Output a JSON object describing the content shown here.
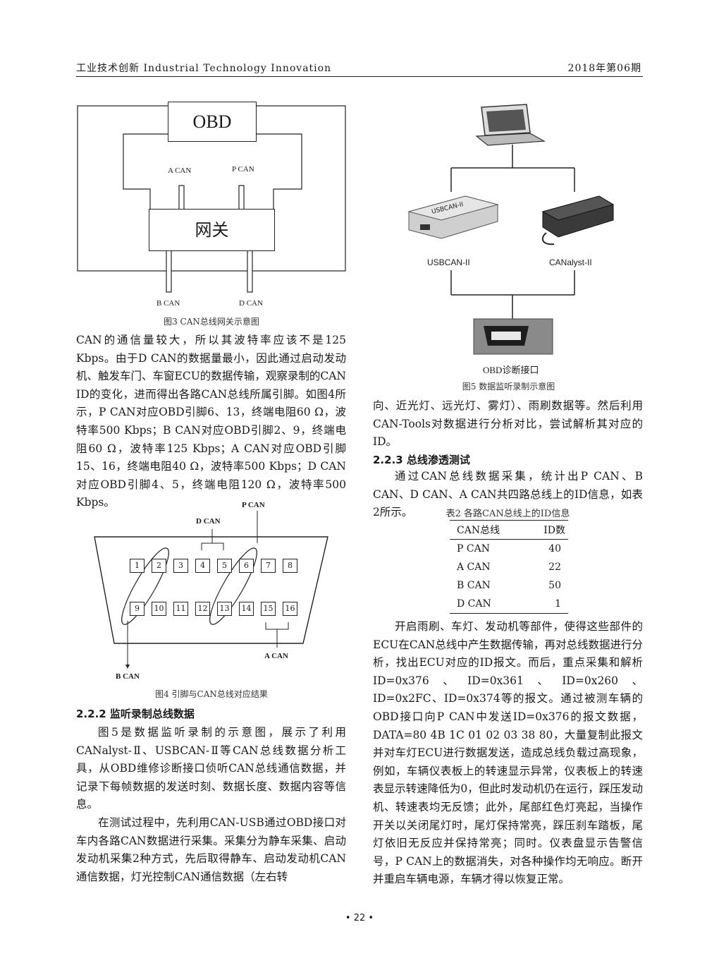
{
  "header": {
    "left": "工业技术创新 Industrial Technology Innovation",
    "right": "2018年第06期"
  },
  "fig3": {
    "obd": "OBD",
    "gateway": "网关",
    "a_can": "A CAN",
    "p_can": "P CAN",
    "b_can": "B CAN",
    "d_can": "D CAN",
    "caption": "图3 CAN总线网关示意图"
  },
  "left_text": {
    "p1": "CAN的通信量较大，所以其波特率应该不是125 Kbps。由于D CAN的数据量最小，因此通过启动发动机、触发车门、车窗ECU的数据传输，观察录制的CAN ID的变化，进而得出各路CAN总线所属引脚。如图4所示，P CAN对应OBD引脚6、13，终端电阻60 Ω，波特率500 Kbps；B CAN对应OBD引脚2、9，终端电阻60 Ω，波特率125 Kbps；A CAN对应OBD引脚15、16，终端电阻40 Ω，波特率500 Kbps；D CAN对应OBD引脚4、5，终端电阻120 Ω，波特率500 Kbps。"
  },
  "fig4": {
    "p_can": "P CAN",
    "d_can": "D CAN",
    "a_can": "A CAN",
    "b_can": "B CAN",
    "pins_top": [
      "1",
      "2",
      "3",
      "4",
      "5",
      "6",
      "7",
      "8"
    ],
    "pins_bottom": [
      "9",
      "10",
      "11",
      "12",
      "13",
      "14",
      "15",
      "16"
    ],
    "caption": "图4 引脚与CAN总线对应结果"
  },
  "sec222": {
    "title": "2.2.2 监听录制总线数据",
    "p1": "图5是数据监听录制的示意图，展示了利用CANalyst-Ⅱ、USBCAN-Ⅱ等CAN总线数据分析工具，从OBD维修诊断接口侦听CAN总线通信数据，并记录下每帧数据的发送时刻、数据长度、数据内容等信息。",
    "p2": "在测试过程中，先利用CAN-USB通过OBD接口对车内各路CAN数据进行采集。采集分为静车采集、启动发动机采集2种方式，先后取得静车、启动发动机CAN通信数据，灯光控制CAN通信数据（左右转"
  },
  "fig5": {
    "dev1": "USBCAN-II",
    "dev2": "CANalyst-II",
    "port": "OBD诊断接口",
    "caption": "图5 数据监听录制示意图"
  },
  "right_text": {
    "p1": "向、近光灯、远光灯、雾灯）、雨刷数据等。然后利用CAN-Tools对数据进行分析对比，尝试解析其对应的ID。"
  },
  "sec223": {
    "title": "2.2.3 总线渗透测试",
    "p1": "通过CAN总线数据采集，统计出P CAN、B CAN、D CAN、A CAN共四路总线上的ID信息，如表2所示。",
    "table_caption": "表2 各路CAN总线上的ID信息",
    "table": {
      "headers": [
        "CAN总线",
        "ID数"
      ],
      "rows": [
        [
          "P CAN",
          "40"
        ],
        [
          "A CAN",
          "22"
        ],
        [
          "B CAN",
          "50"
        ],
        [
          "D CAN",
          "1"
        ]
      ]
    },
    "p2": "开启雨刷、车灯、发动机等部件，使得这些部件的ECU在CAN总线中产生数据传输，再对总线数据进行分析，找出ECU对应的ID报文。而后，重点采集和解析ID=0x376、ID=0x361、ID=0x260、ID=0x2FC、ID=0x374等的报文。通过被测车辆的OBD接口向P CAN中发送ID=0x376的报文数据，DATA=80 4B 1C 01 02 03 38 80，大量复制此报文并对车灯ECU进行数据发送，造成总线负载过高现象，例如，车辆仪表板上的转速显示异常，仪表板上的转速表显示转速降低为0，但此时发动机仍在运行，踩压发动机、转速表均无反馈；此外，尾部红色灯亮起，当操作开关以关闭尾灯时，尾灯保持常亮，踩压刹车踏板，尾灯依旧无反应并保持常亮；同时。仪表盘显示告警信号，P CAN上的数据消失，对各种操作均无响应。断开并重启车辆电源，车辆才得以恢复正常。"
  },
  "page_number": "• 22 •"
}
